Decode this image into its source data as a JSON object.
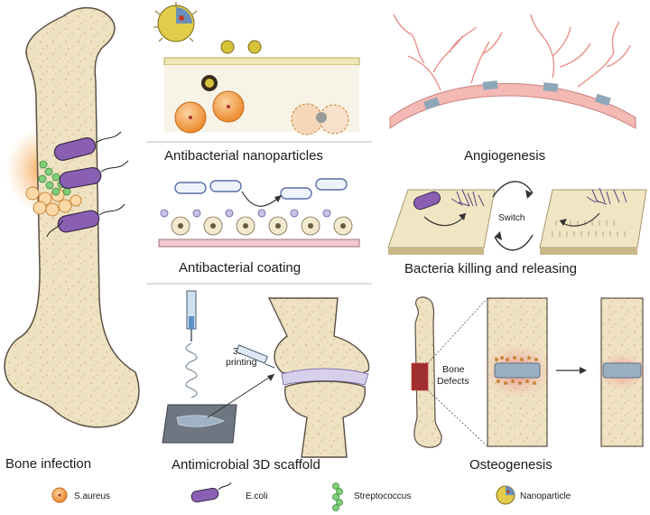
{
  "panels": {
    "bone_infection": "Bone infection",
    "nanoparticles": "Antibacterial nanoparticles",
    "coating": "Antibacterial coating",
    "scaffold": "Antimicrobial 3D scaffold",
    "angiogenesis": "Angiogenesis",
    "killing": "Bacteria killing and releasing",
    "osteogenesis": "Osteogenesis"
  },
  "annotations": {
    "switch": "Switch",
    "printing_line1": "3D",
    "printing_line2": "printing",
    "defects_line1": "Bone",
    "defects_line2": "Defects"
  },
  "legend": [
    {
      "label": "S.aureus",
      "icon": "s-aureus-icon"
    },
    {
      "label": "E.coli",
      "icon": "e-coli-icon"
    },
    {
      "label": "Streptococcus",
      "icon": "streptococcus-icon"
    },
    {
      "label": "Nanoparticle",
      "icon": "nanoparticle-icon"
    }
  ],
  "colors": {
    "bone": "#efe2c2",
    "bone_outline": "#5a5044",
    "s_aureus": "#f2a04a",
    "e_coli": "#8a5fb3",
    "streptococcus": "#7fcf7a",
    "nanoparticle": "#d8c23a",
    "vessel": "#f4b9b4",
    "infection_glow": "#f5a54a"
  }
}
